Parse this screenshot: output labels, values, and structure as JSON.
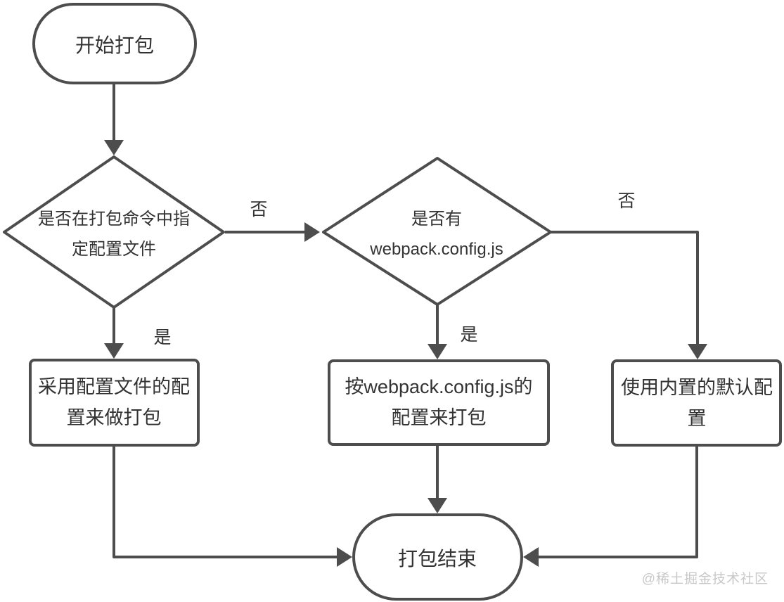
{
  "colors": {
    "stroke": "#4d4d4d",
    "node_fill": "#ffffff",
    "text": "#333333",
    "watermark": "#c8c8c8",
    "background": "#ffffff"
  },
  "nodes": {
    "start": {
      "shape": "terminator",
      "label": "开始打包"
    },
    "decision1": {
      "shape": "decision",
      "lines": [
        "是否在打包命令中指",
        "定配置文件"
      ]
    },
    "decision2": {
      "shape": "decision",
      "lines": [
        "是否有",
        "webpack.config.js"
      ]
    },
    "process1": {
      "shape": "process",
      "lines": [
        "采用配置文件的配",
        "置来做打包"
      ]
    },
    "process2": {
      "shape": "process",
      "lines": [
        "按webpack.config.js的",
        "配置来打包"
      ]
    },
    "process3": {
      "shape": "process",
      "lines": [
        "使用内置的默认配",
        "置"
      ]
    },
    "end": {
      "shape": "terminator",
      "label": "打包结束"
    }
  },
  "edges": [
    {
      "from": "start",
      "to": "decision1",
      "label": ""
    },
    {
      "from": "decision1",
      "to": "decision2",
      "label": "否"
    },
    {
      "from": "decision1",
      "to": "process1",
      "label": "是"
    },
    {
      "from": "decision2",
      "to": "process2",
      "label": "是"
    },
    {
      "from": "decision2",
      "to": "process3",
      "label": "否"
    },
    {
      "from": "process1",
      "to": "end",
      "label": ""
    },
    {
      "from": "process2",
      "to": "end",
      "label": ""
    },
    {
      "from": "process3",
      "to": "end",
      "label": ""
    }
  ],
  "watermark": {
    "text": "@稀土掘金技术社区"
  }
}
